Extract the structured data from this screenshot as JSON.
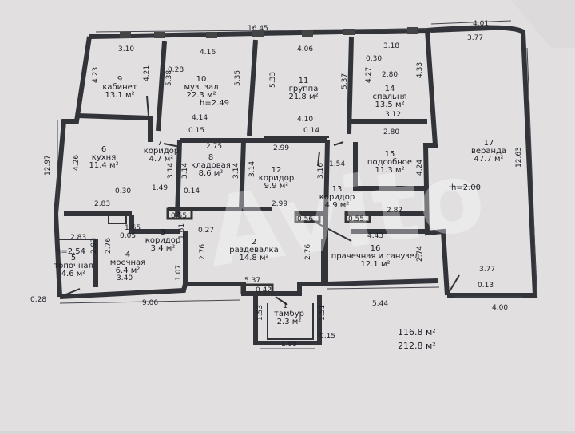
{
  "rooms": [
    {
      "num": "9",
      "name": "кабинет",
      "area": "13.1 м²"
    },
    {
      "num": "10",
      "name": "муз. зал",
      "area": "22.3 м²"
    },
    {
      "num": "11",
      "name": "группа",
      "area": "21.8 м²"
    },
    {
      "num": "14",
      "name": "спальня",
      "area": "13.5 м²"
    },
    {
      "num": "17",
      "name": "веранда",
      "area": "47.7 м²"
    },
    {
      "num": "6",
      "name": "кухня",
      "area": "11.4 м²"
    },
    {
      "num": "7",
      "name": "коридор",
      "area": "4.7 м²"
    },
    {
      "num": "8",
      "name": "кладовая",
      "area": "8.6 м²"
    },
    {
      "num": "12",
      "name": "коридор",
      "area": "9.9 м²"
    },
    {
      "num": "13",
      "name": "коридор",
      "area": "4.9 м²"
    },
    {
      "num": "15",
      "name": "подсобное",
      "area": "11.3 м²"
    },
    {
      "num": "3",
      "name": "коридор",
      "area": "3.4 м²"
    },
    {
      "num": "4",
      "name": "моечная",
      "area": "6.4 м²"
    },
    {
      "num": "5",
      "name": "топочная",
      "area": "4.6 м²"
    },
    {
      "num": "2",
      "name": "раздевалка",
      "area": "14.8 м²"
    },
    {
      "num": "16",
      "name": "прачечная и санузел",
      "area": "12.1 м²"
    },
    {
      "num": "1",
      "name": "тамбур",
      "area": "2.3 м²"
    }
  ],
  "heights": [
    "h=2.49",
    "h=2.00",
    "h=2.54"
  ],
  "dimensions": [
    "16.45",
    "4.01",
    "3.10",
    "4.16",
    "4.06",
    "3.18",
    "3.77",
    "0.30",
    "0.28",
    "4.23",
    "4.21",
    "5.38",
    "5.35",
    "5.33",
    "5.37",
    "4.27",
    "2.80",
    "4.33",
    "4.14",
    "4.10",
    "0.14",
    "0.15",
    "3.12",
    "2.75",
    "2.99",
    "2.80",
    "12.97",
    "4.26",
    "3.14",
    "3.14",
    "3.14",
    "3.14",
    "3.16",
    "1.54",
    "4.24",
    "12.63",
    "1.49",
    "0.14",
    "0.30",
    "2.83",
    "2.99",
    "2.82",
    "0.55",
    "0.56",
    "0.55",
    "1.65",
    "0.05",
    "0.27",
    "4.43",
    "2.83",
    "2.93",
    "2.76",
    "1.61",
    "2.76",
    "2.76",
    "2.74",
    "3.77",
    "1.07",
    "3.40",
    "5.37",
    "0.42",
    "0.13",
    "0.28",
    "9.06",
    "5.44",
    "4.00",
    "1.53",
    "1.51",
    "1.95",
    "0.15"
  ],
  "totals": [
    "116.8 м²",
    "212.8 м²"
  ],
  "watermark": "Avito"
}
